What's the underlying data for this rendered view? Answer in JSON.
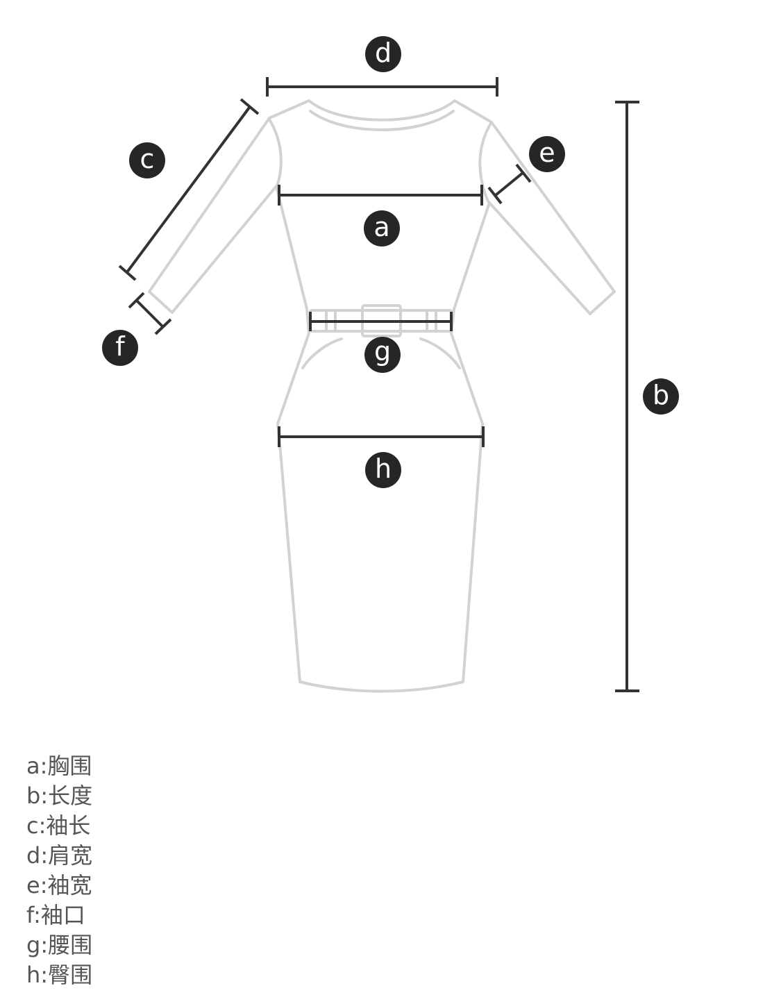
{
  "markers": {
    "a": "a",
    "b": "b",
    "c": "c",
    "d": "d",
    "e": "e",
    "f": "f",
    "g": "g",
    "h": "h"
  },
  "legend": [
    "a:胸围",
    "b:长度",
    "c:袖长",
    "d:肩宽",
    "e:袖宽",
    "f:袖口",
    "g:腰围",
    "h:臀围"
  ],
  "colors": {
    "outline": "#d2d2d2",
    "dimension_line": "#333333",
    "marker_fill": "#262626",
    "legend_text": "#555555"
  }
}
